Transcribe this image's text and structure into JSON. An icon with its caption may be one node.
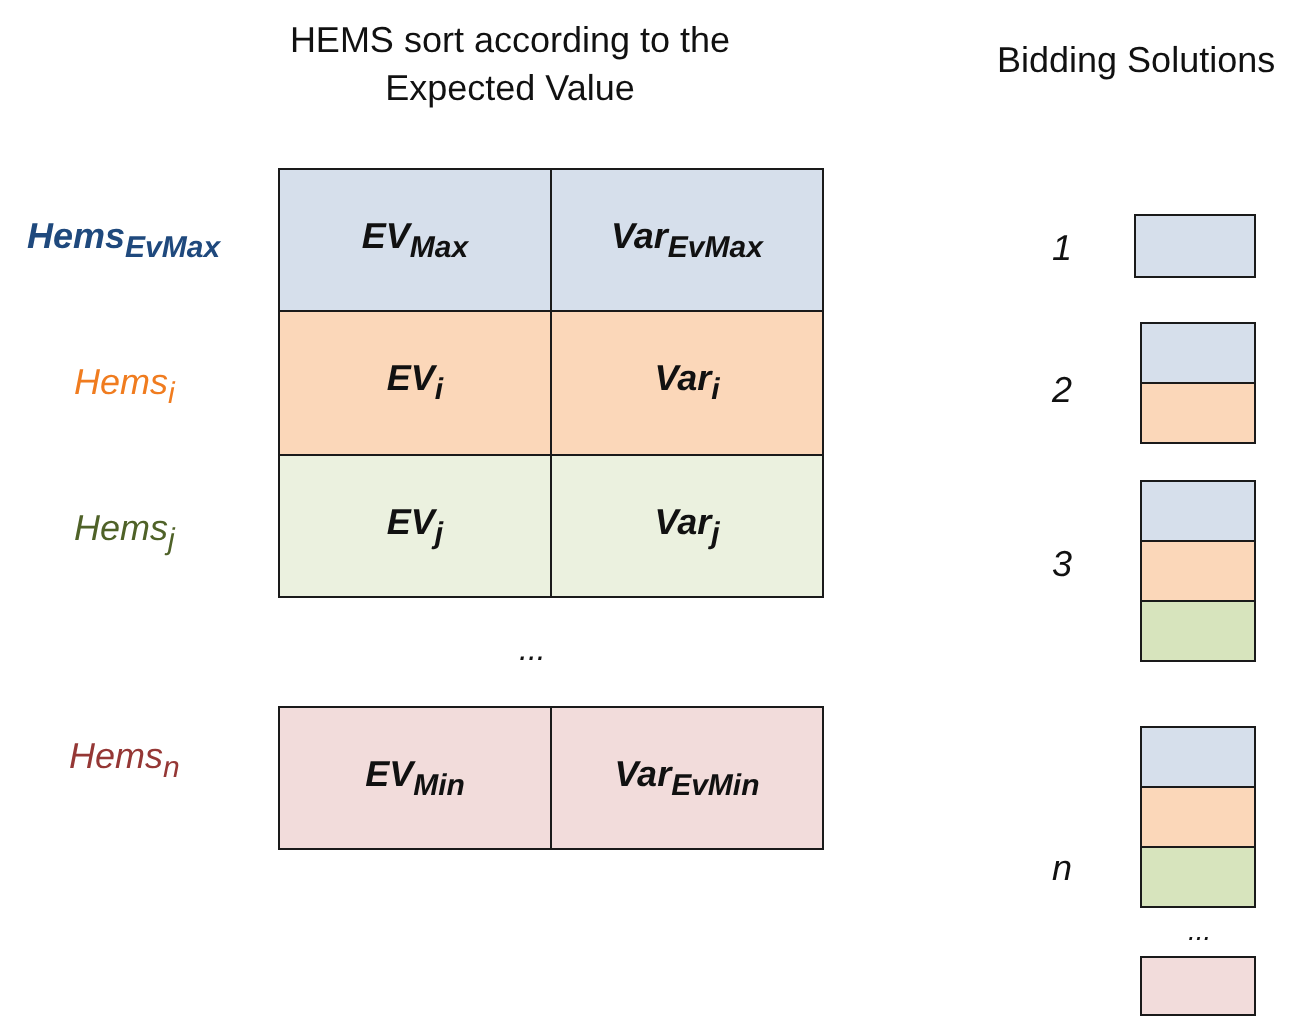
{
  "diagram": {
    "nodes": [
      {
        "text": [
          "EV$_{Max}$"
        ]
      },
      {
        "text": [
          "Var$_{EvMax}$"
        ]
      },
      {
        "text": [
          "EV$_{i}$"
        ]
      },
      {
        "text": [
          "Var$_{i}$"
        ]
      },
      {
        "text": [
          "EV$_{j}$"
        ]
      },
      {
        "text": [
          "Var$_{j}$"
        ]
      },
      {
        "text": [
          "EV$_{Min}$"
        ]
      },
      {
        "text": [
          "Var$_{EvMin}$"
        ]
      },
      {
        "text": [],
        "shape": "box"
      },
      {
        "text": [],
        "shape": "box"
      },
      {
        "text": [],
        "shape": "box"
      },
      {
        "text": [],
        "shape": "box"
      },
      {
        "text": [],
        "shape": "box"
      },
      {
        "text": [],
        "shape": "box"
      },
      {
        "text": [],
        "shape": "box"
      },
      {
        "text": [],
        "shape": "box"
      },
      {
        "text": [],
        "shape": "box"
      },
      {
        "text": [],
        "shape": "box"
      }
    ],
    "labels": [
      "HEMS sort according to the Expected Value",
      "Bidding Solutions",
      "Hems$_{EvMax}$",
      "1",
      "Hems$_{i}$",
      "2",
      "Hems$_{j}$",
      "3",
      "...",
      "Hems$_{n}$",
      "n",
      "..."
    ]
  }
}
